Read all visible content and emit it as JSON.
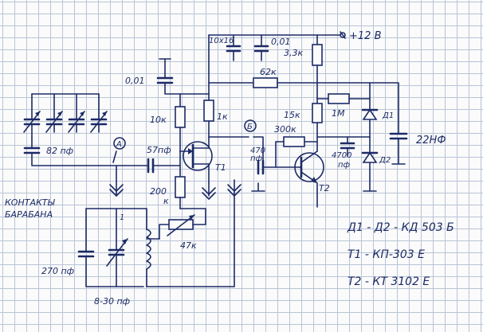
{
  "labels": {
    "supply": "+12 В",
    "c_elec": "10x16",
    "c_001_top": "0,01",
    "r_3k3": "3,3к",
    "r_62k": "62к",
    "c_001_left": "0,01",
    "r_10k": "10к",
    "r_1k": "1к",
    "r_15k": "15к",
    "r_300k": "300к",
    "r_1m": "1М",
    "c_22nf": "22НФ",
    "c_82pf": "82 пф",
    "c_57pf": "57пф",
    "c_470pf_a": "470",
    "c_470pf_b": "пф",
    "c_4700pf_a": "4700",
    "c_4700pf_b": "пф",
    "r_200k_a": "200",
    "r_200k_b": "к",
    "r_47k": "47к",
    "t1": "T1",
    "t2": "T2",
    "d1": "Д1",
    "d2": "Д2",
    "point_a": "A",
    "point_b": "Б",
    "drum_contacts_1": "КОНТАКТЫ",
    "drum_contacts_2": "БАРАБАНА",
    "c_270pf": "270 пф",
    "c_trim": "8-30 пф",
    "coil_mark": "1",
    "legend_d": "Д1 - Д2 - КД 503 Б",
    "legend_t1": "T1 - КП-303 Е",
    "legend_t2": "T2 - КТ 3102 Е"
  }
}
